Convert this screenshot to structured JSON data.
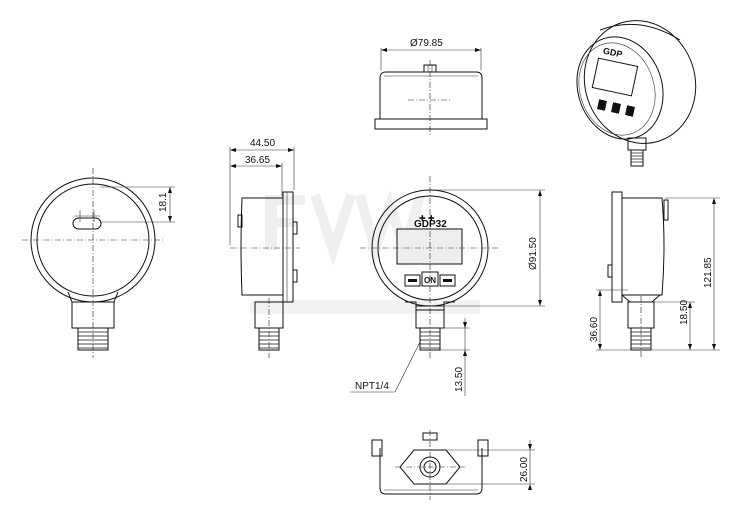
{
  "dimensions": {
    "top_width": "Ø79.85",
    "side_outer": "44.50",
    "side_inner": "36.65",
    "back_offset": "18.1",
    "front_diameter": "Ø91.50",
    "total_height": "121.85",
    "stem_height": "36.60",
    "stem_short": "18.50",
    "thread_length": "13.50",
    "hex_size": "26.00"
  },
  "labels": {
    "thread": "NPT1/4",
    "brand": "GDP32",
    "button_on": "ON"
  },
  "colors": {
    "line": "#111111",
    "watermark": "#e6e6e6",
    "display": "#e9e9e9"
  }
}
